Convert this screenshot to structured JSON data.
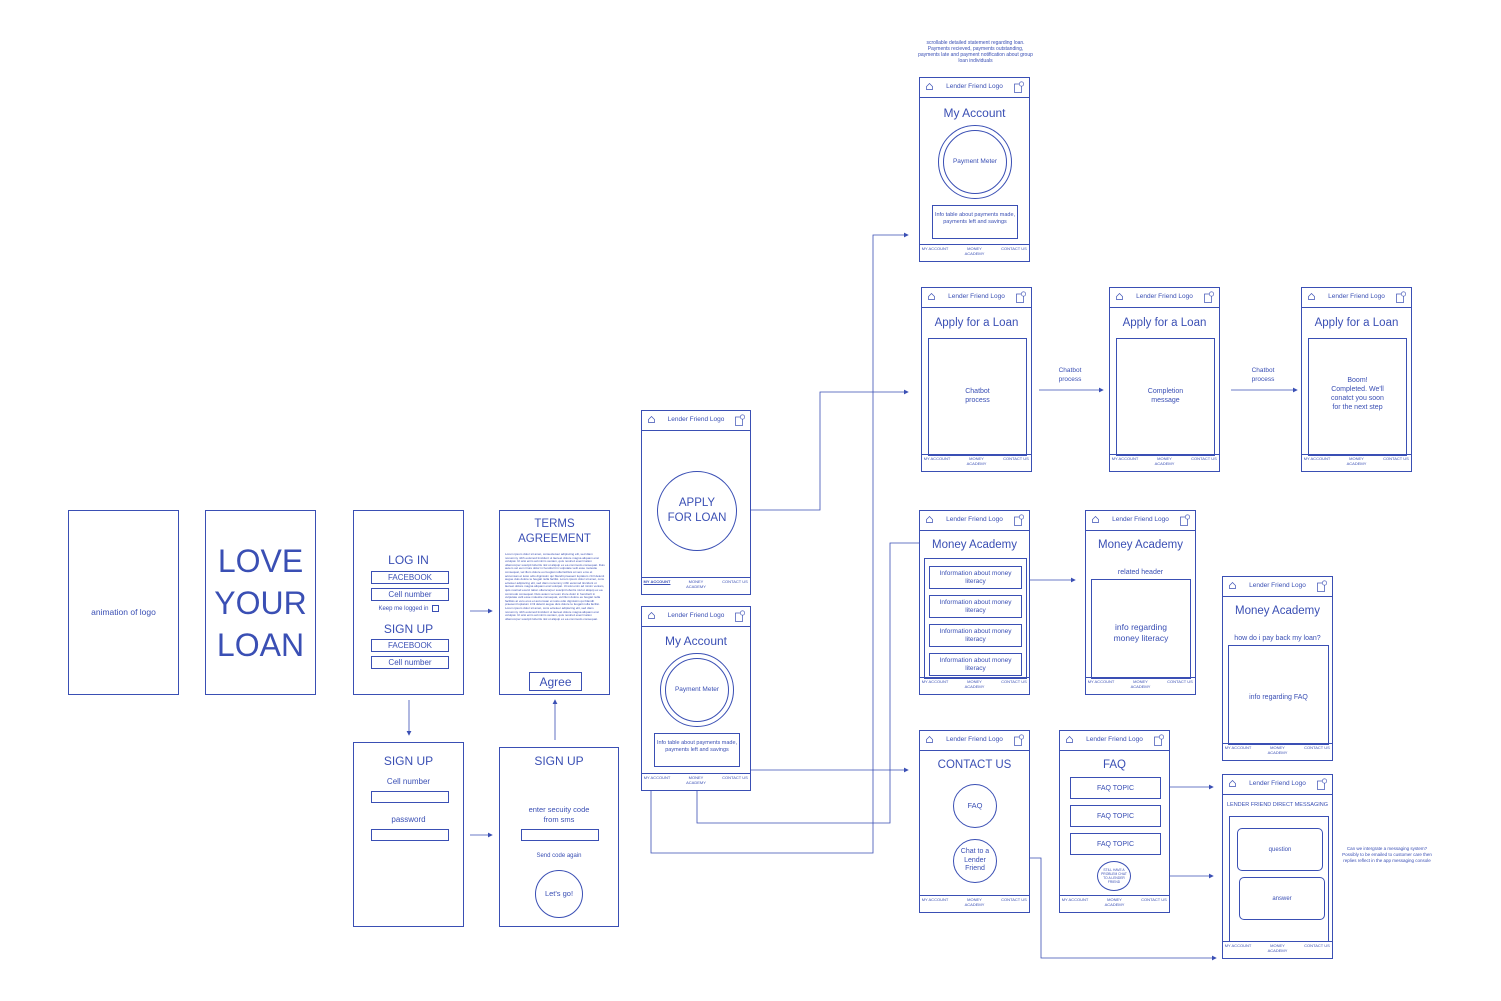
{
  "annotations": {
    "top_note": "scrollable detailed statement regarding loan. Payments recieved, payments outstanding, payments late and payment notification about group loan individuals",
    "chatbot_process_1": "Chatbot process",
    "chatbot_process_2": "Chatbot process",
    "messaging_note": "Can we intergrate a messaging system? Possibly to be emailed to customer care then replies reflect in the app messaging console"
  },
  "common": {
    "logo": "Lender Friend Logo",
    "nav_my_account": "MY ACCOUNT",
    "nav_money_academy": "MONEY ACADEMY",
    "nav_contact_us": "CONTACT US"
  },
  "splash": {
    "text": "animation of logo"
  },
  "love": {
    "line1": "LOVE",
    "line2": "YOUR",
    "line3": "LOAN"
  },
  "login": {
    "title": "LOG IN",
    "facebook": "FACEBOOK",
    "cell": "Cell number",
    "keep": "Keep me logged in",
    "signup_title": "SIGN UP",
    "signup_facebook": "FACEBOOK",
    "signup_cell": "Cell number"
  },
  "terms": {
    "title1": "TERMS",
    "title2": "AGREEMENT",
    "lorem": "Lorem ipsum dolor sit amet, consectetuer adipiscing elit, sed diam nonummy nibh euismod tincidunt ut laoreet dolore magna aliquam erat volutpat. Ut wisi enim ad minim veniam, quis nostrud exerci tation ullamcorper suscipit lobortis nisl ut aliquip ex ea commodo consequat. Duis autem vel eum iriure dolor in hendrerit in vulputate velit esse molestie consequat, vel illum dolore eu feugiat nulla facilisis at vero eros et accumsan et iusto odio dignissim qui blandit praesent luptatum zzril delenit augue duis dolore te feugait nulla facilisi. Lorem ipsum dolor sit amet, cons ectetuer adipiscing elit, sed diam nonummy nibh euismod tincidunt ut laoreet dolore magna aliquam erat volutpat. Ut wisi enim ad minim veniam, quis nostrud exerci tation ullamcorper suscipit lobortis nisl ut aliquip ex ea commodo consequat. Duis autem vel eum iriure dolor in hendrerit in vulputate velit esse molestie consequat, vel illum dolore eu feugiat nulla facilisis at vero eros et accumsan et iusto odio dignissim qui blandit praesent luptatum zzril delenit augue duis dolore te feugait nulla facilisi. Lorem ipsum dolor sit amet, cons ectetuer adipiscing elit, sed diam nonummy nibh euismod tincidunt ut laoreet dolore magna aliquam erat volutpat. Ut wisi enim ad minim veniam, quis nostrud exerci tation ullamcorper suscipit lobortis nisl ut aliquip ex ea commodo consequat.",
    "agree": "Agree"
  },
  "signup1": {
    "title": "SIGN UP",
    "cell": "Cell number",
    "password": "password"
  },
  "signup2": {
    "title": "SIGN UP",
    "prompt": "enter secuity code from sms",
    "send_again": "Send code again",
    "go": "Let's go!"
  },
  "apply_home": {
    "circle": "APPLY FOR LOAN"
  },
  "my_account": {
    "title": "My Account",
    "meter": "Payment Meter",
    "info": "Info table about payments made, payments left and savings"
  },
  "apply1": {
    "title": "Apply for a Loan",
    "body": "Chatbot process"
  },
  "apply2": {
    "title": "Apply for a Loan",
    "body": "Completion message"
  },
  "apply3": {
    "title": "Apply for a Loan",
    "body": "Boom! Completed. We'll conatct you soon for the next step"
  },
  "money1": {
    "title": "Money Academy",
    "items": [
      "Information about money literacy",
      "Information about money literacy",
      "Information about money literacy",
      "Information about money literacy"
    ]
  },
  "money2": {
    "title": "Money Academy",
    "header": "related header",
    "body": "info regarding money literacy"
  },
  "money3": {
    "title": "Money Academy",
    "question": "how do i pay back my loan?",
    "body": "info regarding FAQ"
  },
  "contact": {
    "title": "CONTACT US",
    "faq": "FAQ",
    "chat": "Chat to a Lender Friend"
  },
  "faq": {
    "title": "FAQ",
    "topics": [
      "FAQ TOPIC",
      "FAQ TOPIC",
      "FAQ TOPIC"
    ],
    "still": "STILL HAVE A PROBLEM CHAT TO A LENDER FRIEND"
  },
  "messaging": {
    "title": "LENDER FRIEND DIRECT MESSAGING",
    "question": "question",
    "answer": "answer"
  }
}
